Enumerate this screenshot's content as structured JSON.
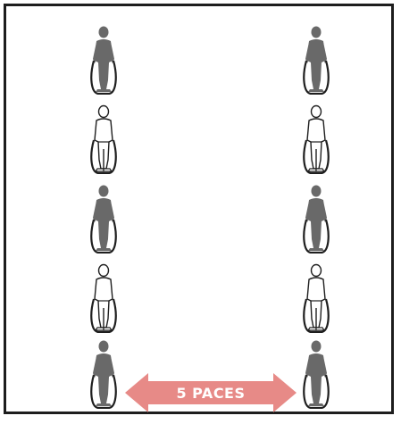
{
  "diagram": {
    "arrow_label": "5 PACES",
    "colors": {
      "filled_figure": "#696969",
      "outline_figure_stroke": "#1f1f1f",
      "rope": "#1f1f1f",
      "arrow": "#e78a87",
      "border": "#1d1d1d"
    },
    "rows": [
      {
        "style": "filled"
      },
      {
        "style": "outline"
      },
      {
        "style": "filled"
      },
      {
        "style": "outline"
      },
      {
        "style": "filled"
      }
    ]
  }
}
